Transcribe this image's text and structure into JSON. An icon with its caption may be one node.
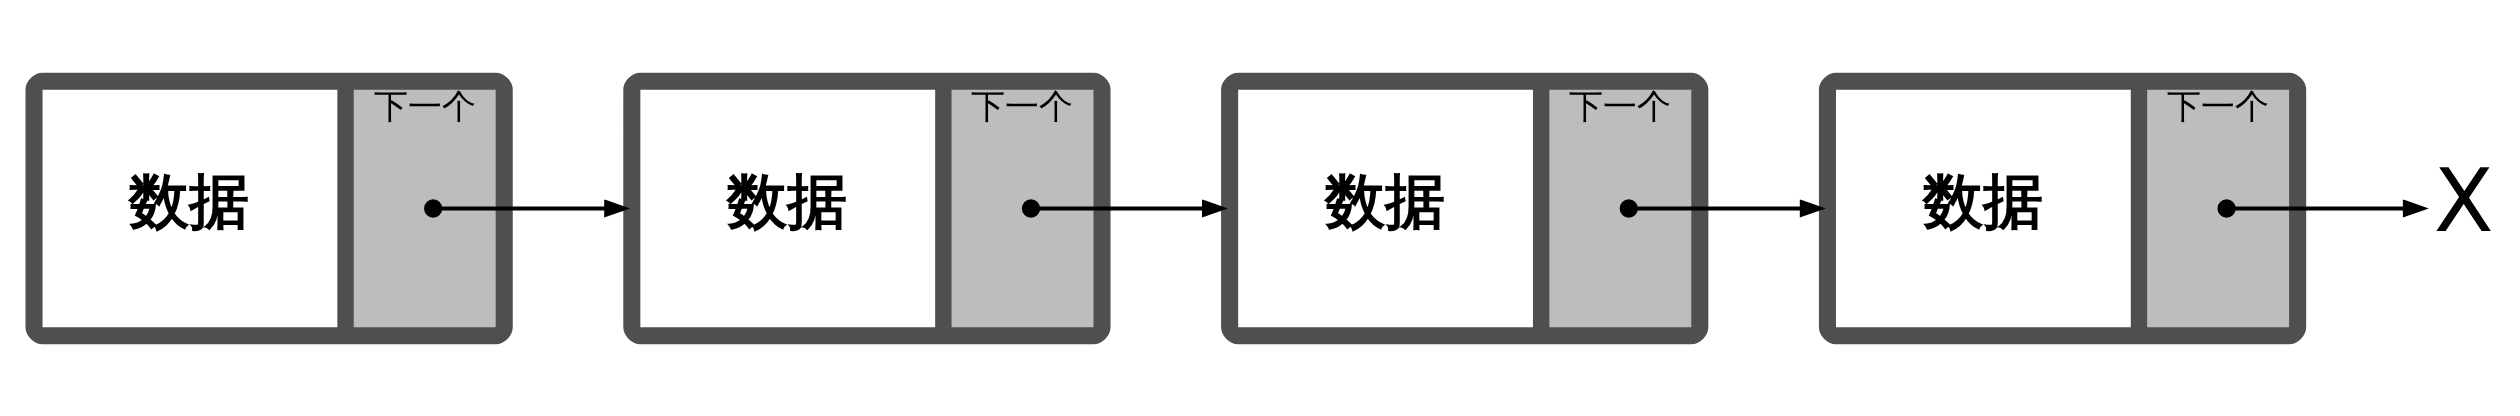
{
  "diagram": {
    "nodes": [
      {
        "text": [],
        "shape": "box"
      },
      {
        "text": [
          "数据"
        ],
        "in": 0
      },
      {
        "text": [
          "下一个"
        ],
        "in": 0
      },
      {
        "text": [],
        "shape": "box"
      },
      {
        "text": [
          "数据"
        ],
        "in": 3
      },
      {
        "text": [
          "下一个"
        ],
        "in": 3
      },
      {
        "text": [],
        "shape": "box"
      },
      {
        "text": [
          "数据"
        ],
        "in": 6
      },
      {
        "text": [
          "下一个"
        ],
        "in": 6
      },
      {
        "text": [],
        "shape": "box"
      },
      {
        "text": [
          "数据"
        ],
        "in": 9
      },
      {
        "text": [
          "下一个"
        ],
        "in": 9
      },
      {
        "text": [
          "X"
        ]
      }
    ],
    "edges": [
      {
        "from": 2,
        "to": 3,
        "arrow": "to"
      },
      {
        "from": 5,
        "to": 6,
        "arrow": "to"
      },
      {
        "from": 8,
        "to": 9,
        "arrow": "to"
      },
      {
        "from": 11,
        "to": 12,
        "arrow": "to"
      }
    ]
  }
}
